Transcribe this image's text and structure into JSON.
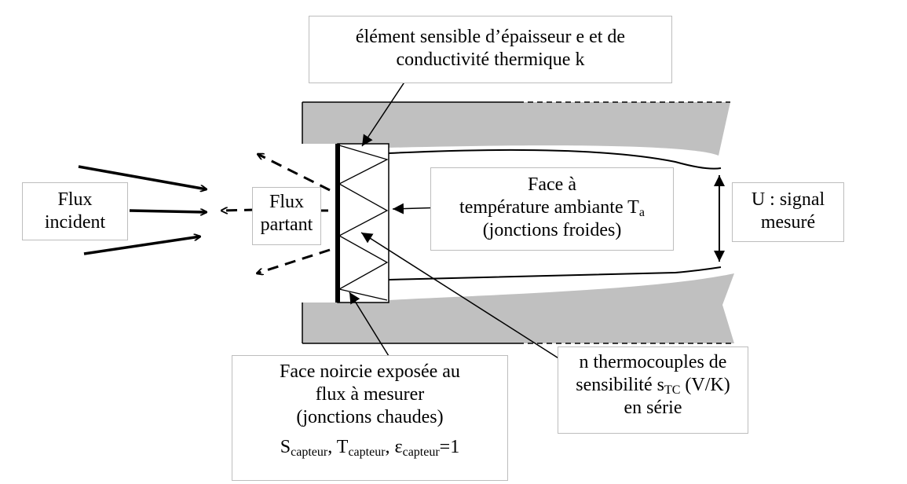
{
  "colors": {
    "casing": "#c0c0c0",
    "ink": "#000000",
    "box_border": "#bdbdbd"
  },
  "labels": {
    "element": {
      "line1": "élément sensible d’épaisseur e et de",
      "line2": "conductivité thermique k"
    },
    "flux_incident": {
      "line1": "Flux",
      "line2": "incident"
    },
    "flux_partant": {
      "line1": "Flux",
      "line2": "partant"
    },
    "face_ambiante": {
      "line1": "Face à",
      "line2_main": "température ambiante T",
      "line2_sub": "a",
      "line3": "(jonctions froides)"
    },
    "signal": {
      "line1": "U : signal",
      "line2": "mesuré"
    },
    "face_noircie": {
      "line1": "Face noircie exposée au",
      "line2": "flux à mesurer",
      "line3": "(jonctions chaudes)",
      "line4": {
        "s": "S",
        "s_sub": "capteur",
        "t": ", T",
        "t_sub": "capteur",
        "e": ", ε",
        "e_sub": "capteur",
        "tail": "=1"
      }
    },
    "thermocouples": {
      "line1": "n thermocouples de",
      "line2_main": "sensibilité s",
      "line2_sub": "TC",
      "line2_tail": " (V/K)",
      "line3": "en série"
    }
  }
}
